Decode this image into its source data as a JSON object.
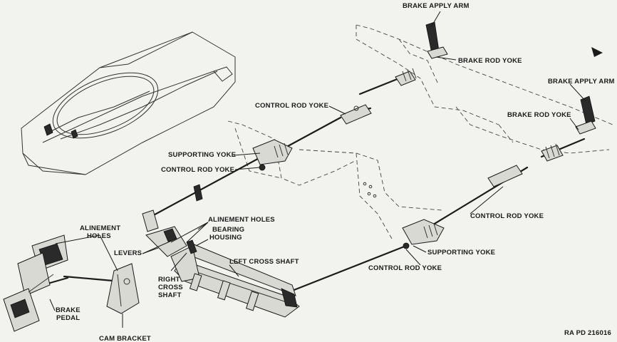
{
  "labels": {
    "brake_apply_arm_1": "BRAKE APPLY ARM",
    "brake_rod_yoke_1": "BRAKE ROD YOKE",
    "brake_apply_arm_2": "BRAKE APPLY ARM",
    "brake_rod_yoke_2": "BRAKE ROD YOKE",
    "control_rod_yoke_1": "CONTROL ROD YOKE",
    "supporting_yoke_1": "SUPPORTING YOKE",
    "control_rod_yoke_2": "CONTROL ROD YOKE",
    "alinement_holes_1_line1": "ALINEMENT",
    "alinement_holes_1_line2": "HOLES",
    "alinement_holes_2": "ALINEMENT HOLES",
    "bearing_line1": "BEARING",
    "housing_line2": "HOUSING",
    "levers": "LEVERS",
    "left_cross_shaft": "LEFT CROSS SHAFT",
    "right_line1": "RIGHT",
    "cross_line2": "CROSS",
    "shaft_line3": "SHAFT",
    "control_rod_yoke_3": "CONTROL ROD YOKE",
    "supporting_yoke_2": "SUPPORTING YOKE",
    "control_rod_yoke_4": "CONTROL ROD YOKE",
    "brake_line1": "BRAKE",
    "pedal_line2": "PEDAL",
    "cam_bracket": "CAM BRACKET",
    "figure_id": "RA PD 216016"
  }
}
